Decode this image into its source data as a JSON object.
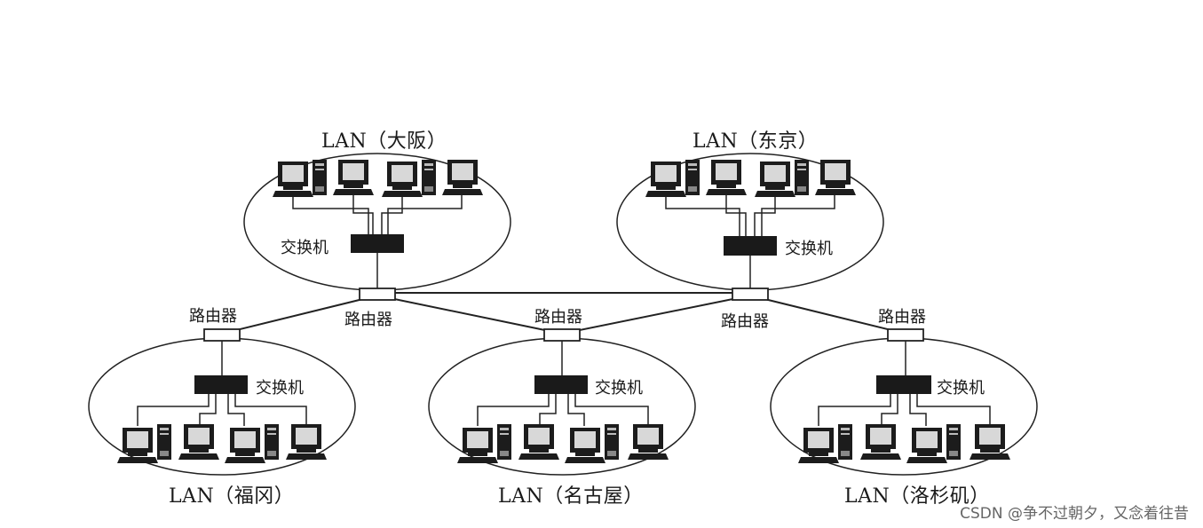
{
  "lans": {
    "osaka": {
      "label": "LAN（大阪）",
      "switch_label": "交换机"
    },
    "tokyo": {
      "label": "LAN（东京）",
      "switch_label": "交换机"
    },
    "fukuoka": {
      "label": "LAN（福冈）",
      "switch_label": "交换机"
    },
    "nagoya": {
      "label": "LAN（名古屋）",
      "switch_label": "交换机"
    },
    "la": {
      "label": "LAN（洛杉矶）",
      "switch_label": "交换机"
    }
  },
  "routers": {
    "osaka": {
      "label": "路由器"
    },
    "tokyo": {
      "label": "路由器"
    },
    "fukuoka": {
      "label": "路由器"
    },
    "nagoya": {
      "label": "路由器"
    },
    "la": {
      "label": "路由器"
    }
  },
  "watermark": "CSDN @争不过朝夕，又念着往昔"
}
